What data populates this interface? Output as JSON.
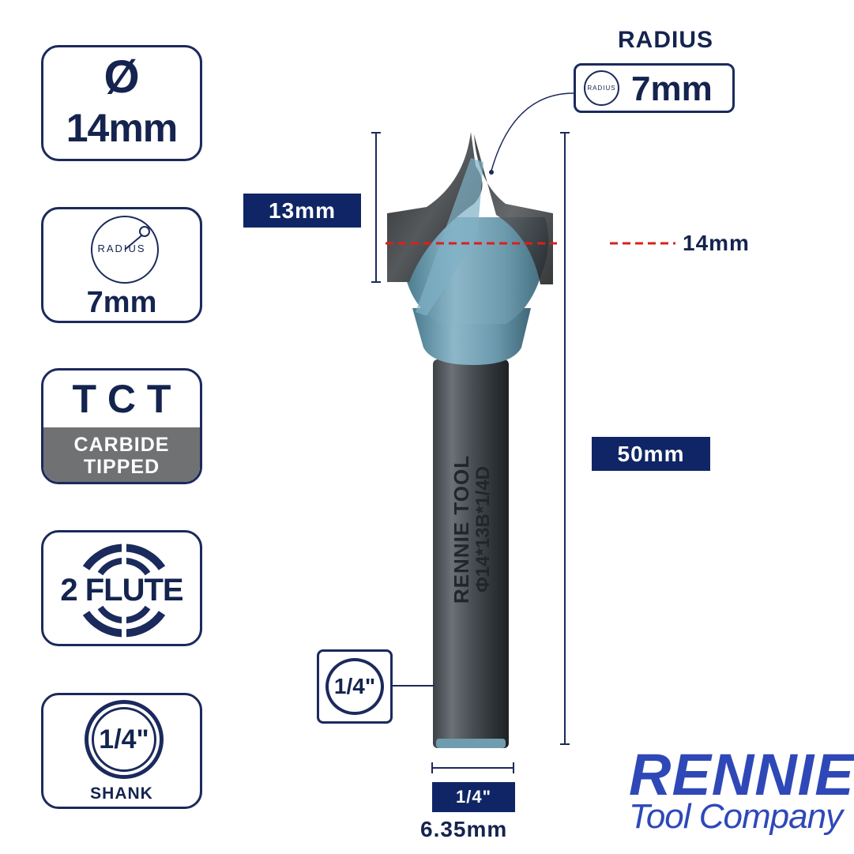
{
  "cards": {
    "diameter": {
      "symbol": "Ø",
      "value": "14mm"
    },
    "radius": {
      "icon_label": "RADIUS",
      "value": "7mm"
    },
    "tct": {
      "title": "T C T",
      "line1": "CARBIDE",
      "line2": "TIPPED"
    },
    "flute": {
      "label": "2 FLUTE"
    },
    "shank": {
      "value": "1/4\"",
      "label": "SHANK"
    }
  },
  "dimensions": {
    "radius_heading": "RADIUS",
    "radius_icon_label": "RADIUS",
    "radius_value": "7mm",
    "cut_height": "13mm",
    "cut_diameter": "14mm",
    "overall_length": "50mm",
    "shank_badge": "1/4\"",
    "shank_width": "1/4\"",
    "shank_metric": "6.35mm"
  },
  "bit": {
    "engraving_line1": "RENNIE TOOL",
    "engraving_line2": "Φ14*13B*1/4D"
  },
  "brand": {
    "name": "RENNIE",
    "subtitle": "Tool Company"
  },
  "colors": {
    "navy": "#0f2566",
    "logo_blue": "#2f48b8",
    "grey": "#6f7173",
    "dashed_red": "#d92020",
    "bit_body_blue": "#6f9db0"
  },
  "icons": [
    "diameter-icon",
    "radius-icon",
    "flute-target-icon",
    "shank-circle-icon"
  ]
}
